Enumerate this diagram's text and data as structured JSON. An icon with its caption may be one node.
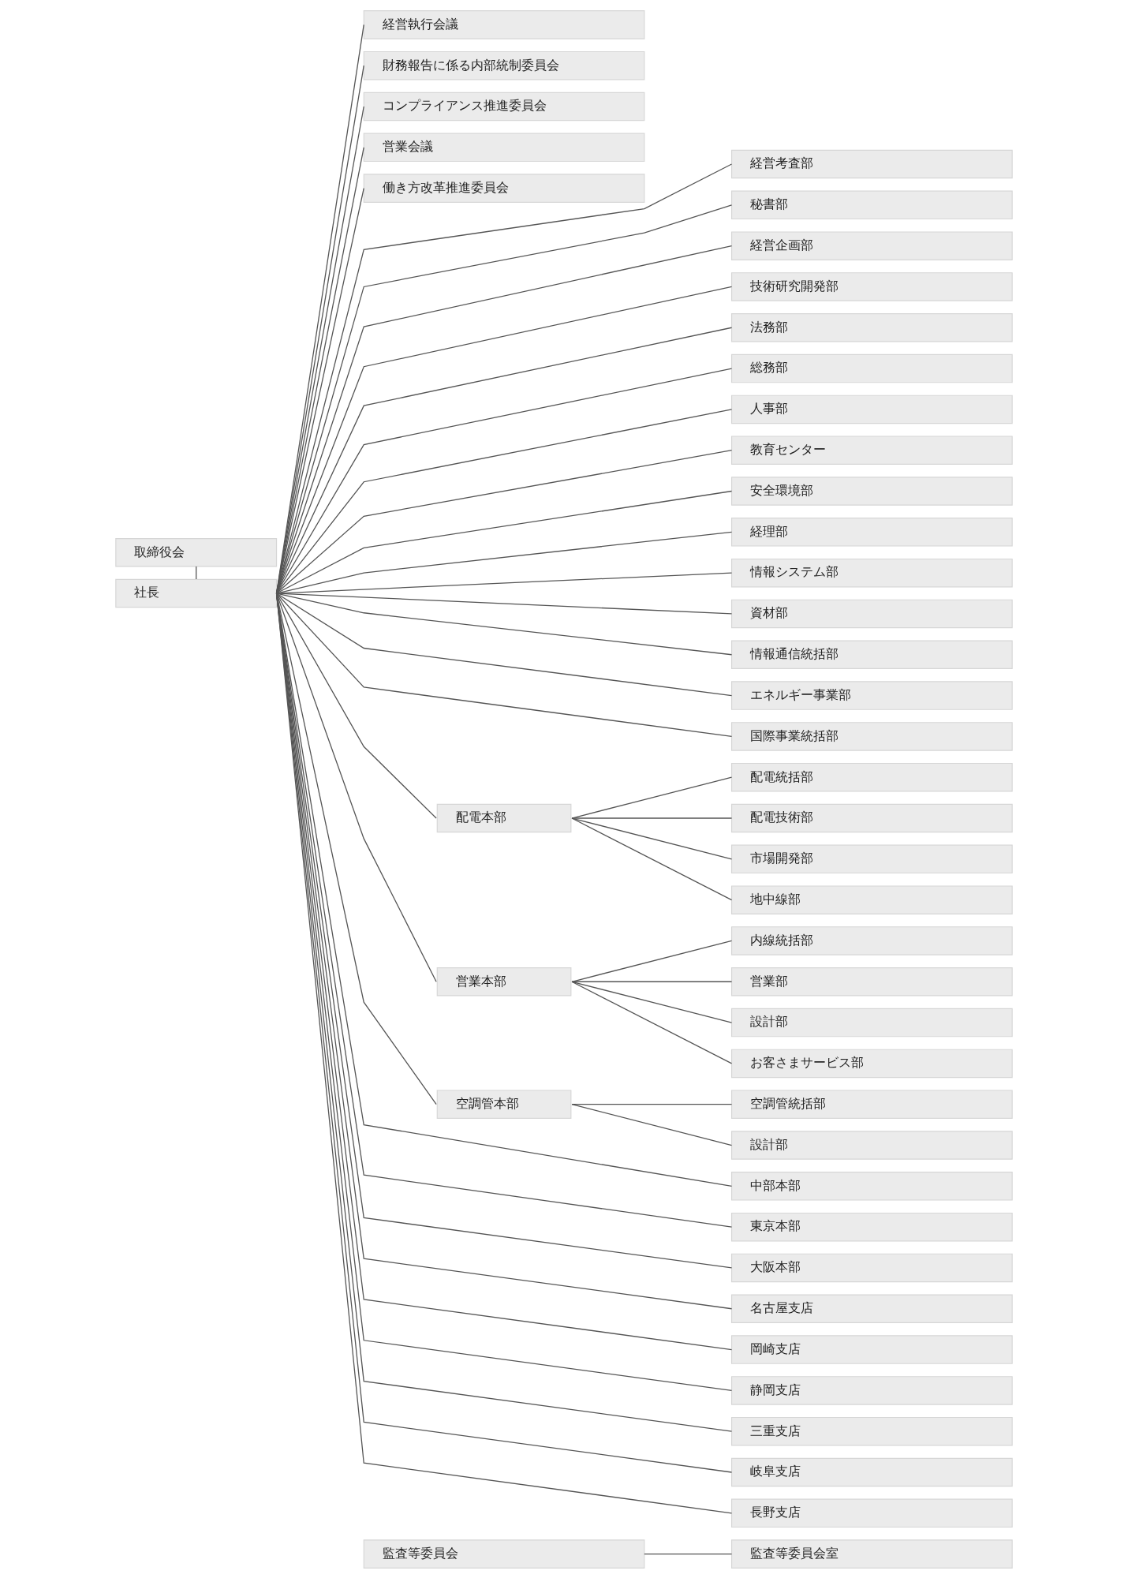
{
  "diagram": {
    "nodes": [
      {
        "text": [
          "取締役会"
        ]
      },
      {
        "text": [
          "社長"
        ]
      },
      {
        "text": [
          "経営執行会議"
        ]
      },
      {
        "text": [
          "財務報告に係る内部統制委員会"
        ]
      },
      {
        "text": [
          "コンプライアンス推進委員会"
        ]
      },
      {
        "text": [
          "営業会議"
        ]
      },
      {
        "text": [
          "働き方改革推進委員会"
        ]
      },
      {
        "text": [
          "経営考査部"
        ]
      },
      {
        "text": [
          "秘書部"
        ]
      },
      {
        "text": [
          "経営企画部"
        ]
      },
      {
        "text": [
          "技術研究開発部"
        ]
      },
      {
        "text": [
          "法務部"
        ]
      },
      {
        "text": [
          "総務部"
        ]
      },
      {
        "text": [
          "人事部"
        ]
      },
      {
        "text": [
          "教育センター"
        ]
      },
      {
        "text": [
          "安全環境部"
        ]
      },
      {
        "text": [
          "経理部"
        ]
      },
      {
        "text": [
          "情報システム部"
        ]
      },
      {
        "text": [
          "資材部"
        ]
      },
      {
        "text": [
          "情報通信統括部"
        ]
      },
      {
        "text": [
          "エネルギー事業部"
        ]
      },
      {
        "text": [
          "国際事業統括部"
        ]
      },
      {
        "text": [
          "配電本部"
        ]
      },
      {
        "text": [
          "配電統括部"
        ]
      },
      {
        "text": [
          "配電技術部"
        ]
      },
      {
        "text": [
          "市場開発部"
        ]
      },
      {
        "text": [
          "地中線部"
        ]
      },
      {
        "text": [
          "営業本部"
        ]
      },
      {
        "text": [
          "内線統括部"
        ]
      },
      {
        "text": [
          "営業部"
        ]
      },
      {
        "text": [
          "設計部"
        ]
      },
      {
        "text": [
          "お客さまサービス部"
        ]
      },
      {
        "text": [
          "空調管本部"
        ]
      },
      {
        "text": [
          "空調管統括部"
        ]
      },
      {
        "text": [
          "設計部"
        ]
      },
      {
        "text": [
          "中部本部"
        ]
      },
      {
        "text": [
          "東京本部"
        ]
      },
      {
        "text": [
          "大阪本部"
        ]
      },
      {
        "text": [
          "名古屋支店"
        ]
      },
      {
        "text": [
          "岡崎支店"
        ]
      },
      {
        "text": [
          "静岡支店"
        ]
      },
      {
        "text": [
          "三重支店"
        ]
      },
      {
        "text": [
          "岐阜支店"
        ]
      },
      {
        "text": [
          "長野支店"
        ]
      },
      {
        "text": [
          "監査等委員会"
        ]
      },
      {
        "text": [
          "監査等委員会室"
        ]
      }
    ],
    "edges": [
      {
        "from": 0,
        "to": 1,
        "arrow": "none"
      },
      {
        "from": 1,
        "to": 2,
        "arrow": "none"
      },
      {
        "from": 1,
        "to": 3,
        "arrow": "none"
      },
      {
        "from": 1,
        "to": 4,
        "arrow": "none"
      },
      {
        "from": 1,
        "to": 5,
        "arrow": "none"
      },
      {
        "from": 1,
        "to": 6,
        "arrow": "none"
      },
      {
        "from": 1,
        "to": 7,
        "arrow": "none"
      },
      {
        "from": 1,
        "to": 8,
        "arrow": "none"
      },
      {
        "from": 1,
        "to": 9,
        "arrow": "none"
      },
      {
        "from": 1,
        "to": 10,
        "arrow": "none"
      },
      {
        "from": 1,
        "to": 11,
        "arrow": "none"
      },
      {
        "from": 1,
        "to": 12,
        "arrow": "none"
      },
      {
        "from": 1,
        "to": 13,
        "arrow": "none"
      },
      {
        "from": 1,
        "to": 14,
        "arrow": "none"
      },
      {
        "from": 1,
        "to": 15,
        "arrow": "none"
      },
      {
        "from": 1,
        "to": 16,
        "arrow": "none"
      },
      {
        "from": 1,
        "to": 17,
        "arrow": "none"
      },
      {
        "from": 1,
        "to": 18,
        "arrow": "none"
      },
      {
        "from": 1,
        "to": 19,
        "arrow": "none"
      },
      {
        "from": 1,
        "to": 20,
        "arrow": "none"
      },
      {
        "from": 1,
        "to": 21,
        "arrow": "none"
      },
      {
        "from": 1,
        "to": 22,
        "arrow": "none"
      },
      {
        "from": 22,
        "to": 23,
        "arrow": "none"
      },
      {
        "from": 22,
        "to": 24,
        "arrow": "none"
      },
      {
        "from": 22,
        "to": 25,
        "arrow": "none"
      },
      {
        "from": 22,
        "to": 26,
        "arrow": "none"
      },
      {
        "from": 1,
        "to": 27,
        "arrow": "none"
      },
      {
        "from": 27,
        "to": 28,
        "arrow": "none"
      },
      {
        "from": 27,
        "to": 29,
        "arrow": "none"
      },
      {
        "from": 27,
        "to": 30,
        "arrow": "none"
      },
      {
        "from": 27,
        "to": 31,
        "arrow": "none"
      },
      {
        "from": 1,
        "to": 32,
        "arrow": "none"
      },
      {
        "from": 32,
        "to": 33,
        "arrow": "none"
      },
      {
        "from": 32,
        "to": 34,
        "arrow": "none"
      },
      {
        "from": 1,
        "to": 35,
        "arrow": "none"
      },
      {
        "from": 1,
        "to": 36,
        "arrow": "none"
      },
      {
        "from": 1,
        "to": 37,
        "arrow": "none"
      },
      {
        "from": 1,
        "to": 38,
        "arrow": "none"
      },
      {
        "from": 1,
        "to": 39,
        "arrow": "none"
      },
      {
        "from": 1,
        "to": 40,
        "arrow": "none"
      },
      {
        "from": 1,
        "to": 41,
        "arrow": "none"
      },
      {
        "from": 1,
        "to": 42,
        "arrow": "none"
      },
      {
        "from": 1,
        "to": 43,
        "arrow": "none"
      },
      {
        "from": 44,
        "to": 45,
        "arrow": "none"
      }
    ]
  }
}
